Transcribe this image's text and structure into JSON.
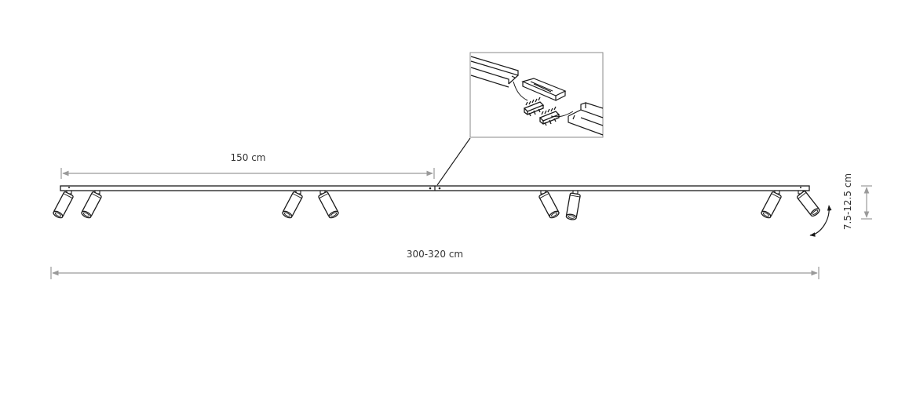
{
  "labels": {
    "half_length": "150 cm",
    "total_length": "300-320 cm",
    "height": "7.5-12.5 cm"
  },
  "colors": {
    "line": "#1a1a1a",
    "dimension": "#9a9a9a",
    "text": "#333333",
    "background": "#ffffff"
  },
  "icons": {
    "rotation": "curved-double-arrow"
  }
}
